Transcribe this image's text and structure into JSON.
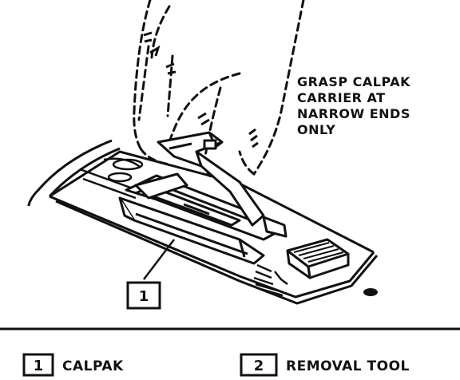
{
  "instruction": {
    "lines": [
      "GRASP CALPAK",
      "CARRIER AT",
      "NARROW ENDS",
      "ONLY"
    ]
  },
  "callouts": [
    {
      "number": "1",
      "label": "CALPAK"
    },
    {
      "number": "2",
      "label": "REMOVAL TOOL"
    }
  ],
  "colors": {
    "ink": "#111111",
    "paper": "#ffffff"
  }
}
